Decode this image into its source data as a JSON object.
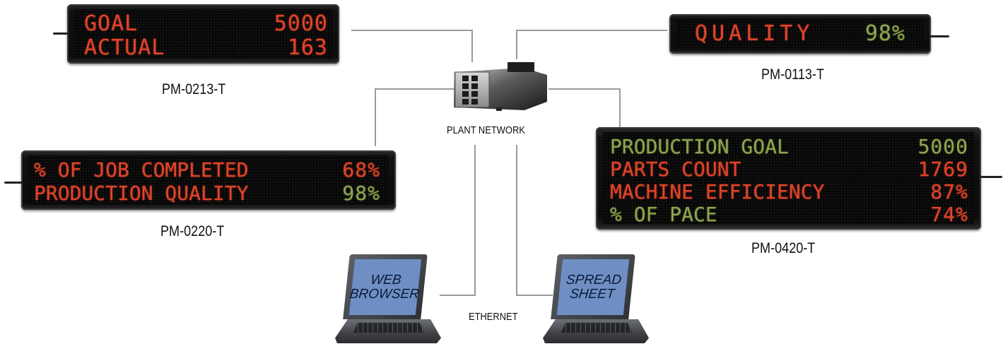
{
  "signs": {
    "pm0213": {
      "model": "PM-0213-T",
      "rows": [
        {
          "label": "GOAL",
          "value": "5000",
          "label_color": "red",
          "value_color": "red"
        },
        {
          "label": "ACTUAL",
          "value": "163",
          "label_color": "red",
          "value_color": "red"
        }
      ]
    },
    "pm0113": {
      "model": "PM-0113-T",
      "rows": [
        {
          "label": "QUALITY",
          "value": "98%",
          "label_color": "red",
          "value_color": "green"
        }
      ]
    },
    "pm0220": {
      "model": "PM-0220-T",
      "rows": [
        {
          "label": "% OF JOB COMPLETED",
          "value": "68%",
          "label_color": "red",
          "value_color": "red"
        },
        {
          "label": "PRODUCTION QUALITY",
          "value": "98%",
          "label_color": "red",
          "value_color": "green"
        }
      ]
    },
    "pm0420": {
      "model": "PM-0420-T",
      "rows": [
        {
          "label": "PRODUCTION GOAL",
          "value": "5000",
          "label_color": "green",
          "value_color": "green"
        },
        {
          "label": "PARTS COUNT",
          "value": "1769",
          "label_color": "red",
          "value_color": "red"
        },
        {
          "label": "MACHINE EFFICIENCY",
          "value": "87%",
          "label_color": "red",
          "value_color": "red"
        },
        {
          "label": "% OF PACE",
          "value": "74%",
          "label_color": "green",
          "value_color": "red"
        }
      ]
    }
  },
  "network": {
    "switch_label": "PLANT NETWORK",
    "link_label": "ETHERNET",
    "wire_color": "#9a9a9a"
  },
  "laptops": {
    "left": {
      "screen_line1": "WEB",
      "screen_line2": "BROWSER"
    },
    "right": {
      "screen_line1": "SPREAD",
      "screen_line2": "SHEET"
    }
  },
  "colors": {
    "led_red": "#e0442a",
    "led_green": "#8fa64e",
    "laptop_screen": "#6f8fc4"
  }
}
